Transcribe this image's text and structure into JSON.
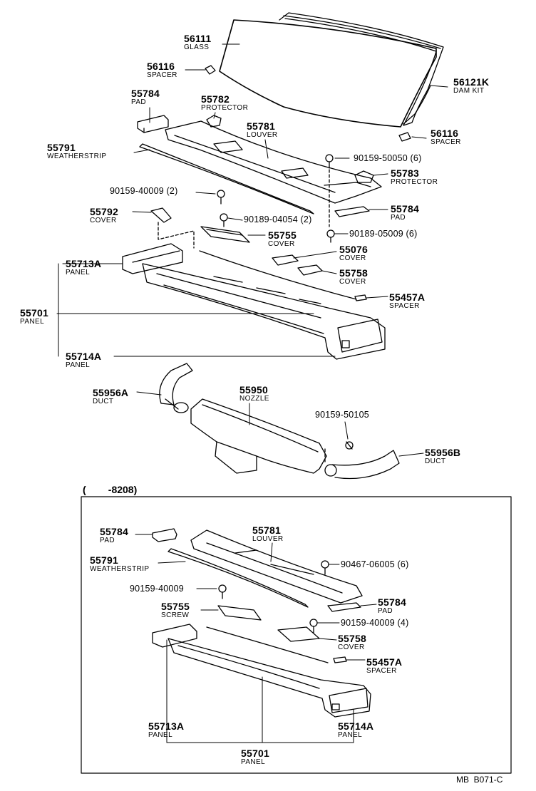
{
  "diagram_code": "MB  B071-C",
  "applicability_range": "(        -8208)",
  "top_section": {
    "callouts": [
      {
        "id": "glass",
        "number": "56111",
        "name": "GLASS"
      },
      {
        "id": "spacer1",
        "number": "56116",
        "name": "SPACER"
      },
      {
        "id": "dam",
        "number": "56121K",
        "name": "DAM KIT"
      },
      {
        "id": "pad1",
        "number": "55784",
        "name": "PAD"
      },
      {
        "id": "prot1",
        "number": "55782",
        "name": "PROTECTOR"
      },
      {
        "id": "louver",
        "number": "55781",
        "name": "LOUVER"
      },
      {
        "id": "spacer2",
        "number": "56116",
        "name": "SPACER"
      },
      {
        "id": "weather",
        "number": "55791",
        "name": "WEATHERSTRIP"
      },
      {
        "id": "bolt1",
        "number": "90159-50050 (6)",
        "name": ""
      },
      {
        "id": "prot2",
        "number": "55783",
        "name": "PROTECTOR"
      },
      {
        "id": "bolt2",
        "number": "90159-40009 (2)",
        "name": ""
      },
      {
        "id": "pad2",
        "number": "55784",
        "name": "PAD"
      },
      {
        "id": "cover1",
        "number": "55792",
        "name": "COVER"
      },
      {
        "id": "clip1",
        "number": "90189-04054 (2)",
        "name": ""
      },
      {
        "id": "cover2",
        "number": "55755",
        "name": "COVER"
      },
      {
        "id": "clip2",
        "number": "90189-05009 (6)",
        "name": ""
      },
      {
        "id": "panelA",
        "number": "55713A",
        "name": "PANEL"
      },
      {
        "id": "cover3",
        "number": "55076",
        "name": "COVER"
      },
      {
        "id": "cover4",
        "number": "55758",
        "name": "COVER"
      },
      {
        "id": "spacer3",
        "number": "55457A",
        "name": "SPACER"
      },
      {
        "id": "panel",
        "number": "55701",
        "name": "PANEL"
      },
      {
        "id": "panelB",
        "number": "55714A",
        "name": "PANEL"
      },
      {
        "id": "ductA",
        "number": "55956A",
        "name": "DUCT"
      },
      {
        "id": "nozzle",
        "number": "55950",
        "name": "NOZZLE"
      },
      {
        "id": "bolt3",
        "number": "90159-50105",
        "name": ""
      },
      {
        "id": "ductB",
        "number": "55956B",
        "name": "DUCT"
      }
    ]
  },
  "bottom_section": {
    "callouts": [
      {
        "id": "b_pad1",
        "number": "55784",
        "name": "PAD"
      },
      {
        "id": "b_louver",
        "number": "55781",
        "name": "LOUVER"
      },
      {
        "id": "b_weather",
        "number": "55791",
        "name": "WEATHERSTRIP"
      },
      {
        "id": "b_bolt1",
        "number": "90467-06005 (6)",
        "name": ""
      },
      {
        "id": "b_bolt2",
        "number": "90159-40009",
        "name": ""
      },
      {
        "id": "b_pad2",
        "number": "55784",
        "name": "PAD"
      },
      {
        "id": "b_screw",
        "number": "55755",
        "name": "SCREW"
      },
      {
        "id": "b_bolt3",
        "number": "90159-40009 (4)",
        "name": ""
      },
      {
        "id": "b_cover",
        "number": "55758",
        "name": "COVER"
      },
      {
        "id": "b_spacer",
        "number": "55457A",
        "name": "SPACER"
      },
      {
        "id": "b_panelA",
        "number": "55713A",
        "name": "PANEL"
      },
      {
        "id": "b_panelB",
        "number": "55714A",
        "name": "PANEL"
      },
      {
        "id": "b_panel",
        "number": "55701",
        "name": "PANEL"
      }
    ]
  }
}
